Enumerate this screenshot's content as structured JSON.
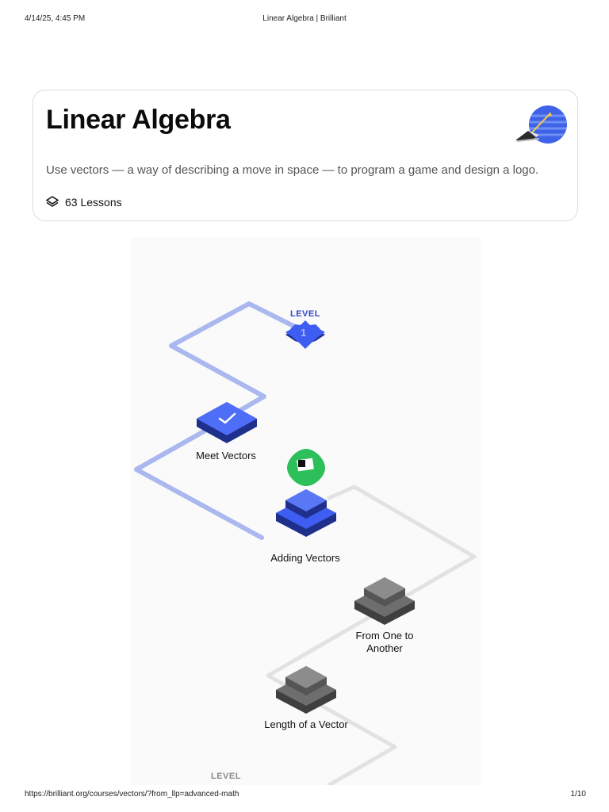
{
  "print_header": {
    "datetime": "4/14/25, 4:45 PM",
    "page_title": "Linear Algebra | Brilliant"
  },
  "course": {
    "title": "Linear Algebra",
    "description": "Use vectors — a way of describing a move in space — to program a game and design a logo.",
    "lessons": "63 Lessons",
    "icon": "layers-icon"
  },
  "path": {
    "level_1": {
      "label": "LEVEL",
      "number": "1"
    },
    "lessons": [
      {
        "title": "Meet Vectors",
        "status": "completed"
      },
      {
        "title": "Adding Vectors",
        "status": "current"
      },
      {
        "title_lines": [
          "From One to",
          "Another"
        ],
        "status": "locked"
      },
      {
        "title": "Length of a Vector",
        "status": "locked"
      }
    ],
    "next_level": {
      "label": "LEVEL"
    }
  },
  "colors": {
    "accent_blue": "#4f6ef7",
    "dark_blue": "#1e2f8c",
    "path_blue": "#aab8ef",
    "path_gray": "#e2e2e2",
    "locked_gray": "#7a7a7a",
    "mascot_green": "#2dbf5a"
  },
  "print_footer": {
    "url": "https://brilliant.org/courses/vectors/?from_llp=advanced-math",
    "page": "1/10"
  }
}
